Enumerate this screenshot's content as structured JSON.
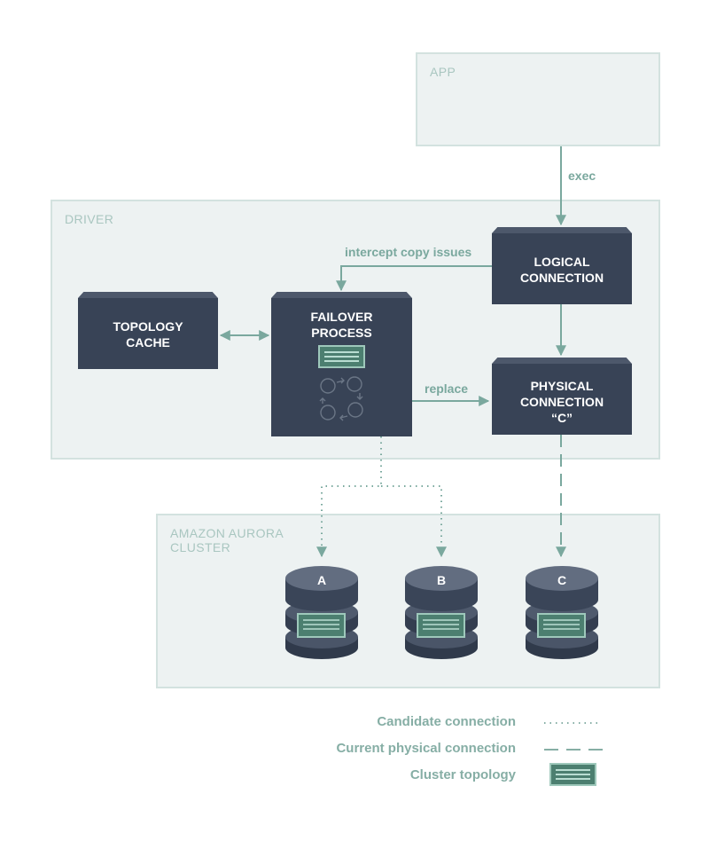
{
  "regions": {
    "app": "APP",
    "driver": "DRIVER",
    "cluster": "AMAZON AURORA\nCLUSTER"
  },
  "nodes": {
    "logical_connection": "LOGICAL\nCONNECTION",
    "topology_cache": "TOPOLOGY\nCACHE",
    "failover_process": "FAILOVER\nPROCESS",
    "physical_connection": "PHYSICAL\nCONNECTION\n“C”"
  },
  "edges": {
    "exec": "exec",
    "intercept": "intercept copy issues",
    "replace": "replace"
  },
  "databases": [
    "A",
    "B",
    "C"
  ],
  "legend": {
    "candidate": "Candidate connection",
    "current": "Current physical connection",
    "topology": "Cluster topology"
  },
  "colors": {
    "node_fill": "#384356",
    "region_fill": "#edf2f2",
    "accent": "#7aa89e",
    "topology_icon": "#4c7f70"
  }
}
